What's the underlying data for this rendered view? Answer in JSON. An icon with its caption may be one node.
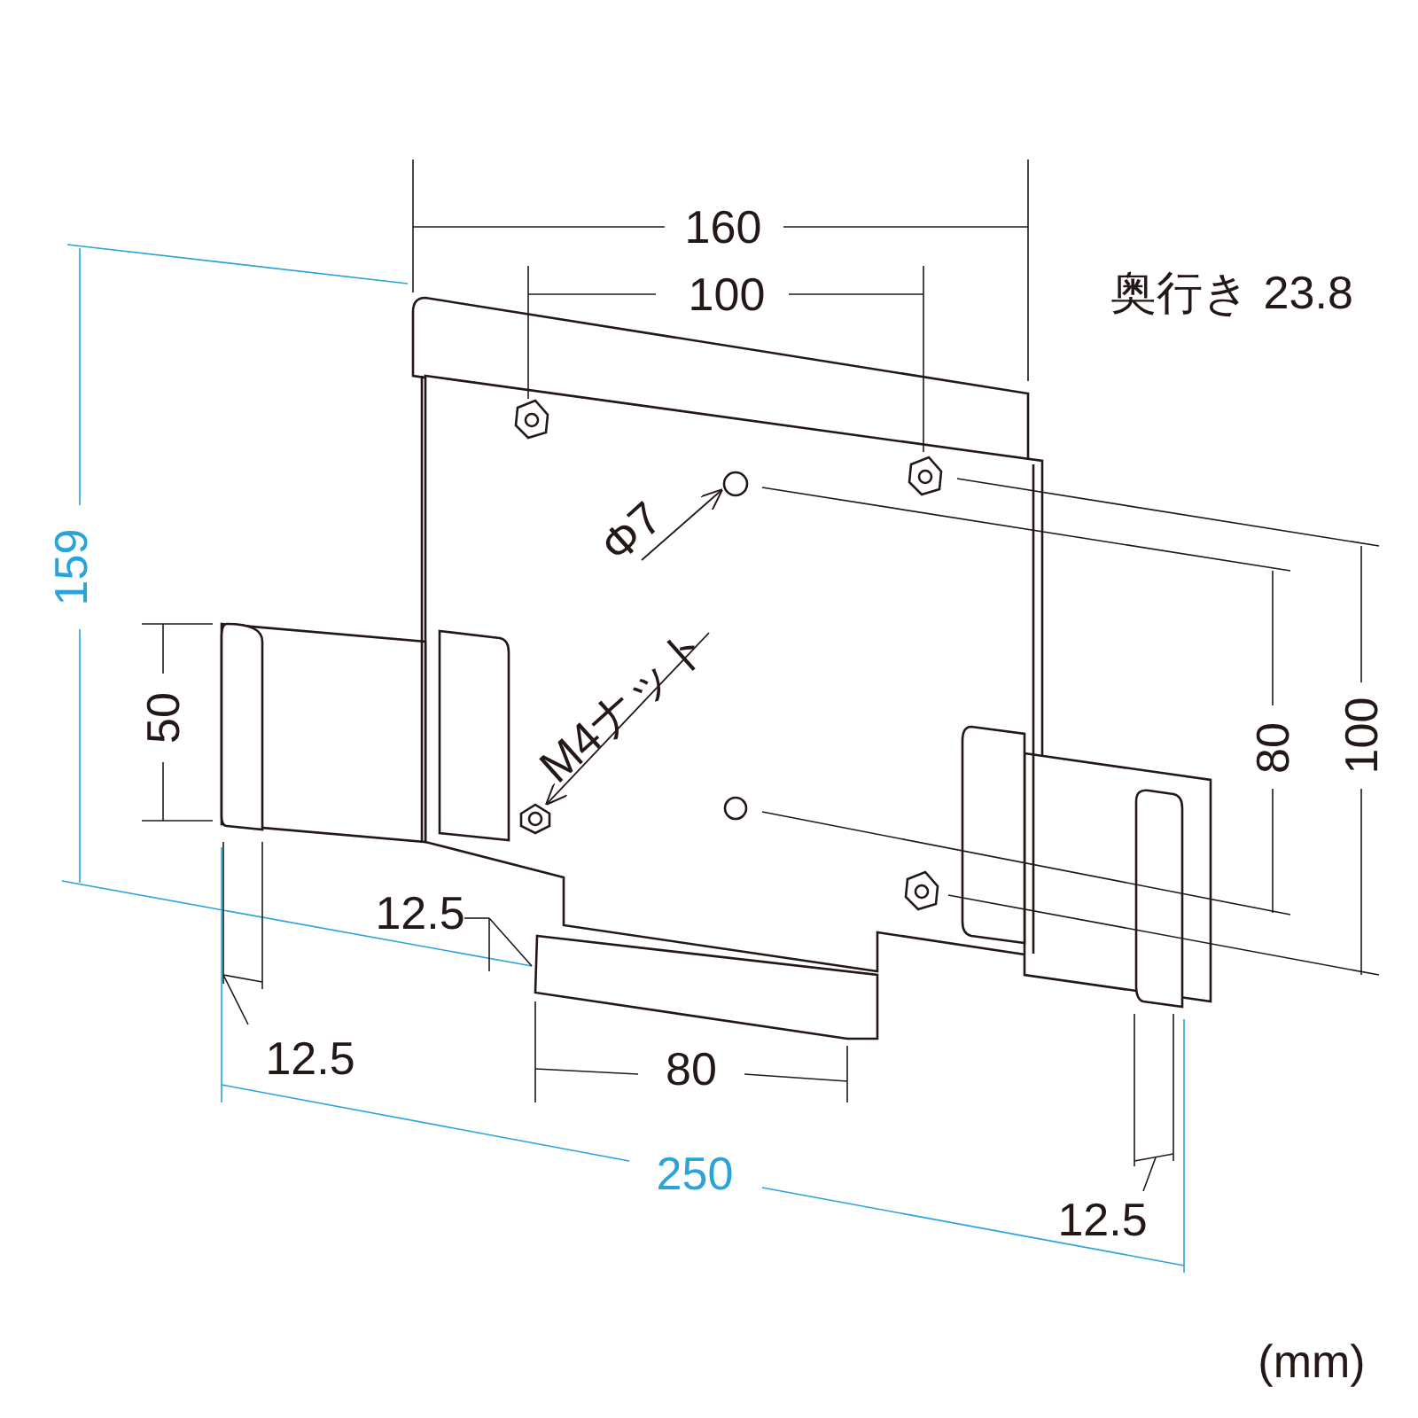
{
  "diagram": {
    "nodes": [
      {
        "text": [
          "Φ7"
        ]
      },
      {
        "text": [],
        "shape": "circle"
      },
      {
        "text": [
          "M4ナット"
        ]
      },
      {
        "text": [],
        "shape": "hexagon"
      }
    ],
    "edges": [
      {
        "from": 0,
        "to": 1,
        "arrow": "to"
      },
      {
        "from": 2,
        "to": 3,
        "arrow": "to"
      }
    ],
    "labels": [
      "160",
      "100",
      "奥行き 23.8",
      "159",
      "50",
      "80",
      "100",
      "12.5",
      "12.5",
      "80",
      "250",
      "12.5",
      "(mm)"
    ]
  }
}
